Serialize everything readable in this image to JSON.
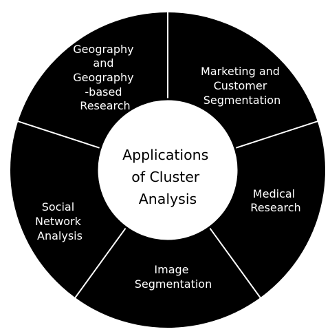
{
  "diagram": {
    "center_title_lines": [
      "Applications",
      "of Cluster",
      "Analysis"
    ],
    "colors": {
      "ring": "#000000",
      "divider": "#ffffff",
      "center_fill": "#ffffff",
      "segment_text": "#ffffff",
      "center_text": "#000000"
    },
    "segments": [
      {
        "lines": [
          "Geography",
          "and",
          "Geography",
          "-based",
          "Research"
        ]
      },
      {
        "lines": [
          "Marketing and",
          "Customer",
          "Segmentation"
        ]
      },
      {
        "lines": [
          "Medical",
          "Research"
        ]
      },
      {
        "lines": [
          "Image",
          "Segmentation"
        ]
      },
      {
        "lines": [
          "Social",
          "Network",
          "Analysis"
        ]
      }
    ]
  }
}
